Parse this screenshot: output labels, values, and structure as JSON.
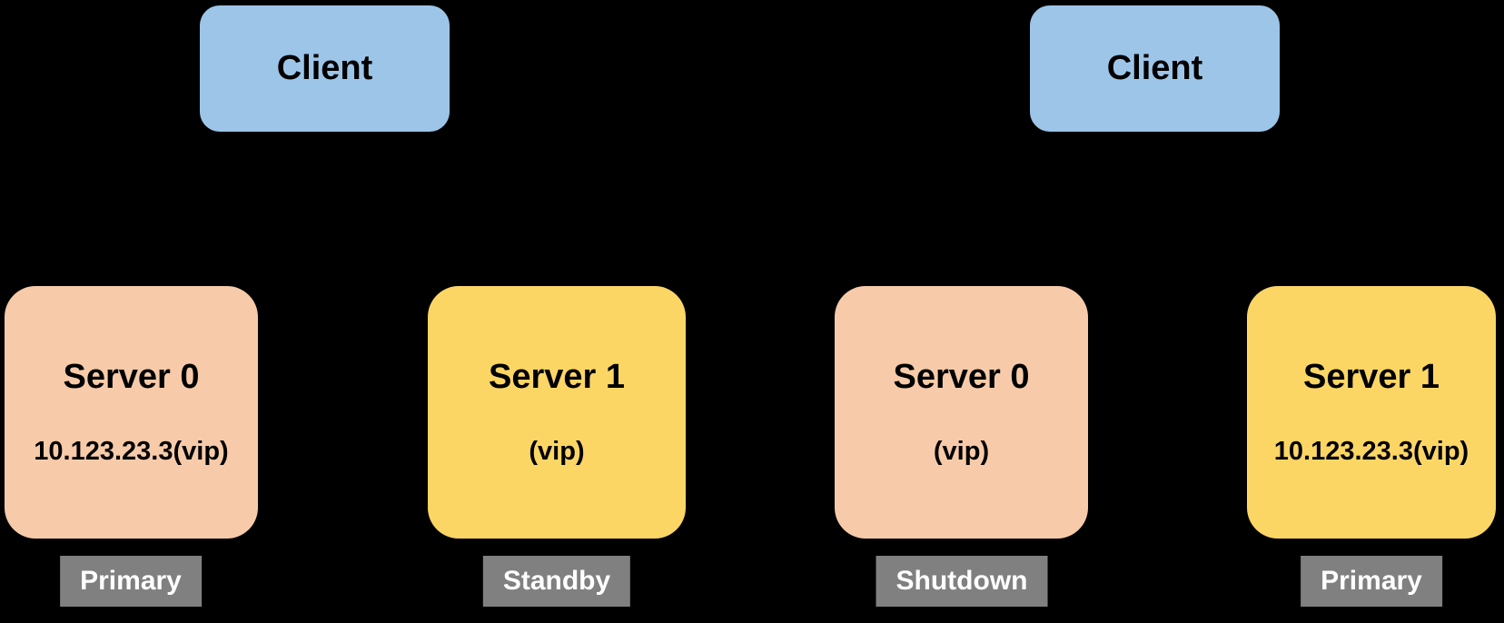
{
  "diagram": {
    "background": "#000000",
    "colors": {
      "client_fill": "#9DC5E8",
      "server0_fill": "#F7CBA9",
      "server1_fill": "#FCD665",
      "badge_fill": "#808080",
      "badge_text": "#FFFFFF",
      "node_text": "#000000"
    },
    "left_group": {
      "client_label": "Client",
      "servers": [
        {
          "name": "Server 0",
          "vip": "10.123.23.3(vip)",
          "status": "Primary"
        },
        {
          "name": "Server 1",
          "vip": "(vip)",
          "status": "Standby"
        }
      ]
    },
    "right_group": {
      "client_label": "Client",
      "servers": [
        {
          "name": "Server 0",
          "vip": "(vip)",
          "status": "Shutdown"
        },
        {
          "name": "Server 1",
          "vip": "10.123.23.3(vip)",
          "status": "Primary"
        }
      ]
    }
  }
}
